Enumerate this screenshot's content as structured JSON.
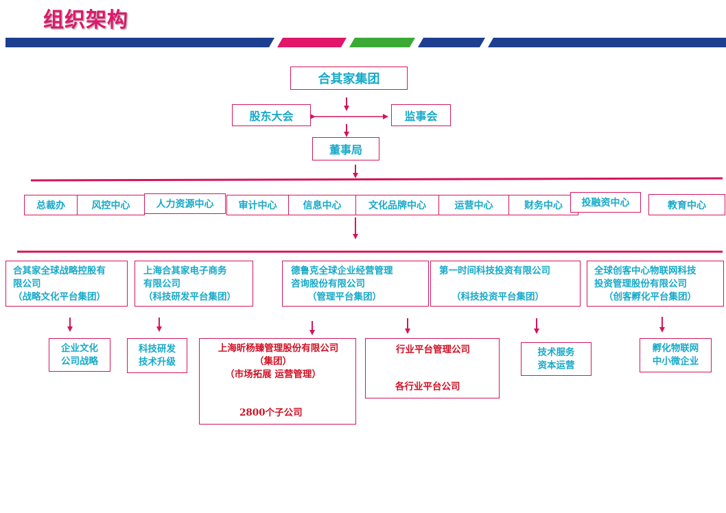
{
  "title": "组织架构",
  "colors": {
    "accent": "#e0176b",
    "line": "#d4145a",
    "text": "#17a9c8",
    "red_text": "#d01024",
    "band_blue": "#1d3f8f",
    "band_pink": "#e0176b",
    "band_green": "#3aaa35"
  },
  "top": {
    "group": "合其家集团",
    "shareholders": "股东大会",
    "supervisors": "监事会",
    "board": "董事局"
  },
  "centers": [
    "总裁办",
    "风控中心",
    "人力资源中心",
    "审计中心",
    "信息中心",
    "文化品牌中心",
    "运营中心",
    "财务中心",
    "投融资中心",
    "教育中心"
  ],
  "platforms": [
    {
      "lines": [
        "合其家全球战略控股有",
        "限公司",
        "（战略文化平台集团）"
      ]
    },
    {
      "lines": [
        "上海合其家电子商务",
        "有限公司",
        "（科技研发平台集团）"
      ]
    },
    {
      "lines": [
        "德鲁克全球企业经营管理",
        "咨询股份有限公司",
        "（管理平台集团）"
      ]
    },
    {
      "lines": [
        "第一时间科技投资有限公司",
        "",
        "（科技投资平台集团）"
      ]
    },
    {
      "lines": [
        "全球创客中心物联网科技",
        "投资管理股份有限公司",
        "（创客孵化平台集团）"
      ]
    }
  ],
  "subs": [
    {
      "lines": [
        "企业文化",
        "公司战略"
      ]
    },
    {
      "lines": [
        "科技研发",
        "技术升级"
      ]
    },
    {
      "lines": [
        "上海昕杨臻管理股份有限公司",
        "（集团）",
        "（市场拓展 运营管理）"
      ],
      "child": "2800个子公司"
    },
    {
      "top": "行业平台管理公司",
      "bottom": "各行业平台公司"
    },
    {
      "lines": [
        "技术服务",
        "资本运营"
      ]
    },
    {
      "lines": [
        "孵化物联网",
        "中小微企业"
      ]
    }
  ]
}
